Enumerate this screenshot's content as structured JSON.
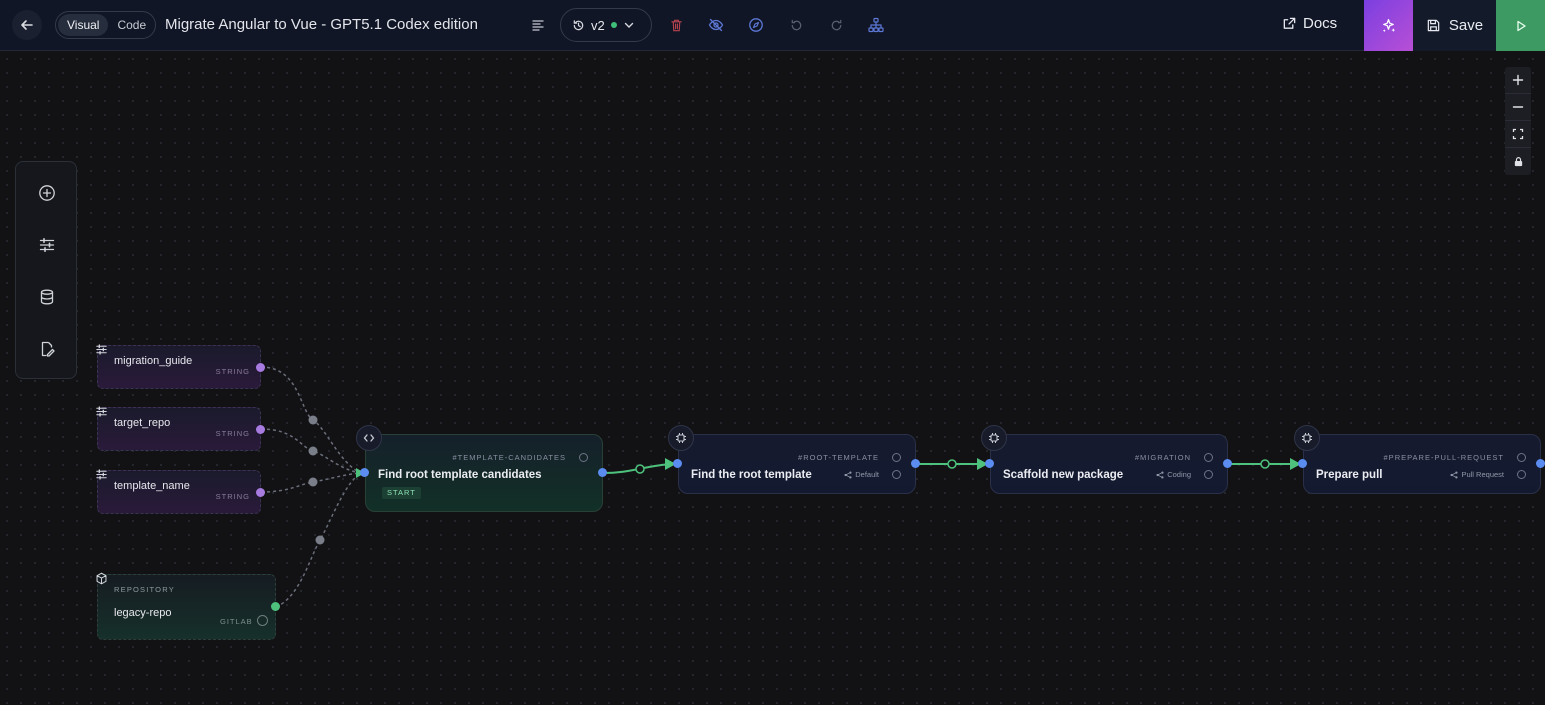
{
  "header": {
    "mode_options": [
      "Visual",
      "Code"
    ],
    "active_mode": "Visual",
    "title": "Migrate Angular to Vue - GPT5.1 Codex edition",
    "version": "v2",
    "docs_label": "Docs",
    "save_label": "Save"
  },
  "variables": [
    {
      "name": "migration_guide",
      "type": "STRING"
    },
    {
      "name": "target_repo",
      "type": "STRING"
    },
    {
      "name": "template_name",
      "type": "STRING"
    }
  ],
  "repository": {
    "label": "REPOSITORY",
    "name": "legacy-repo",
    "type": "GITLAB"
  },
  "steps": [
    {
      "id": "#TEMPLATE-CANDIDATES",
      "title": "Find root template candidates",
      "badge": "START",
      "meta": ""
    },
    {
      "id": "#ROOT-TEMPLATE",
      "title": "Find the root template",
      "meta": "Default"
    },
    {
      "id": "#MIGRATION",
      "title": "Scaffold new package",
      "meta": "Coding"
    },
    {
      "id": "#PREPARE-PULL-REQUEST",
      "title": "Prepare pull",
      "meta": "Pull Request"
    }
  ],
  "colors": {
    "accent_green": "#4ec27d",
    "accent_purple": "#a77be0",
    "port_blue": "#5b8cf0",
    "run_button": "#3d9a62",
    "ai_button": "#9a46dc"
  }
}
